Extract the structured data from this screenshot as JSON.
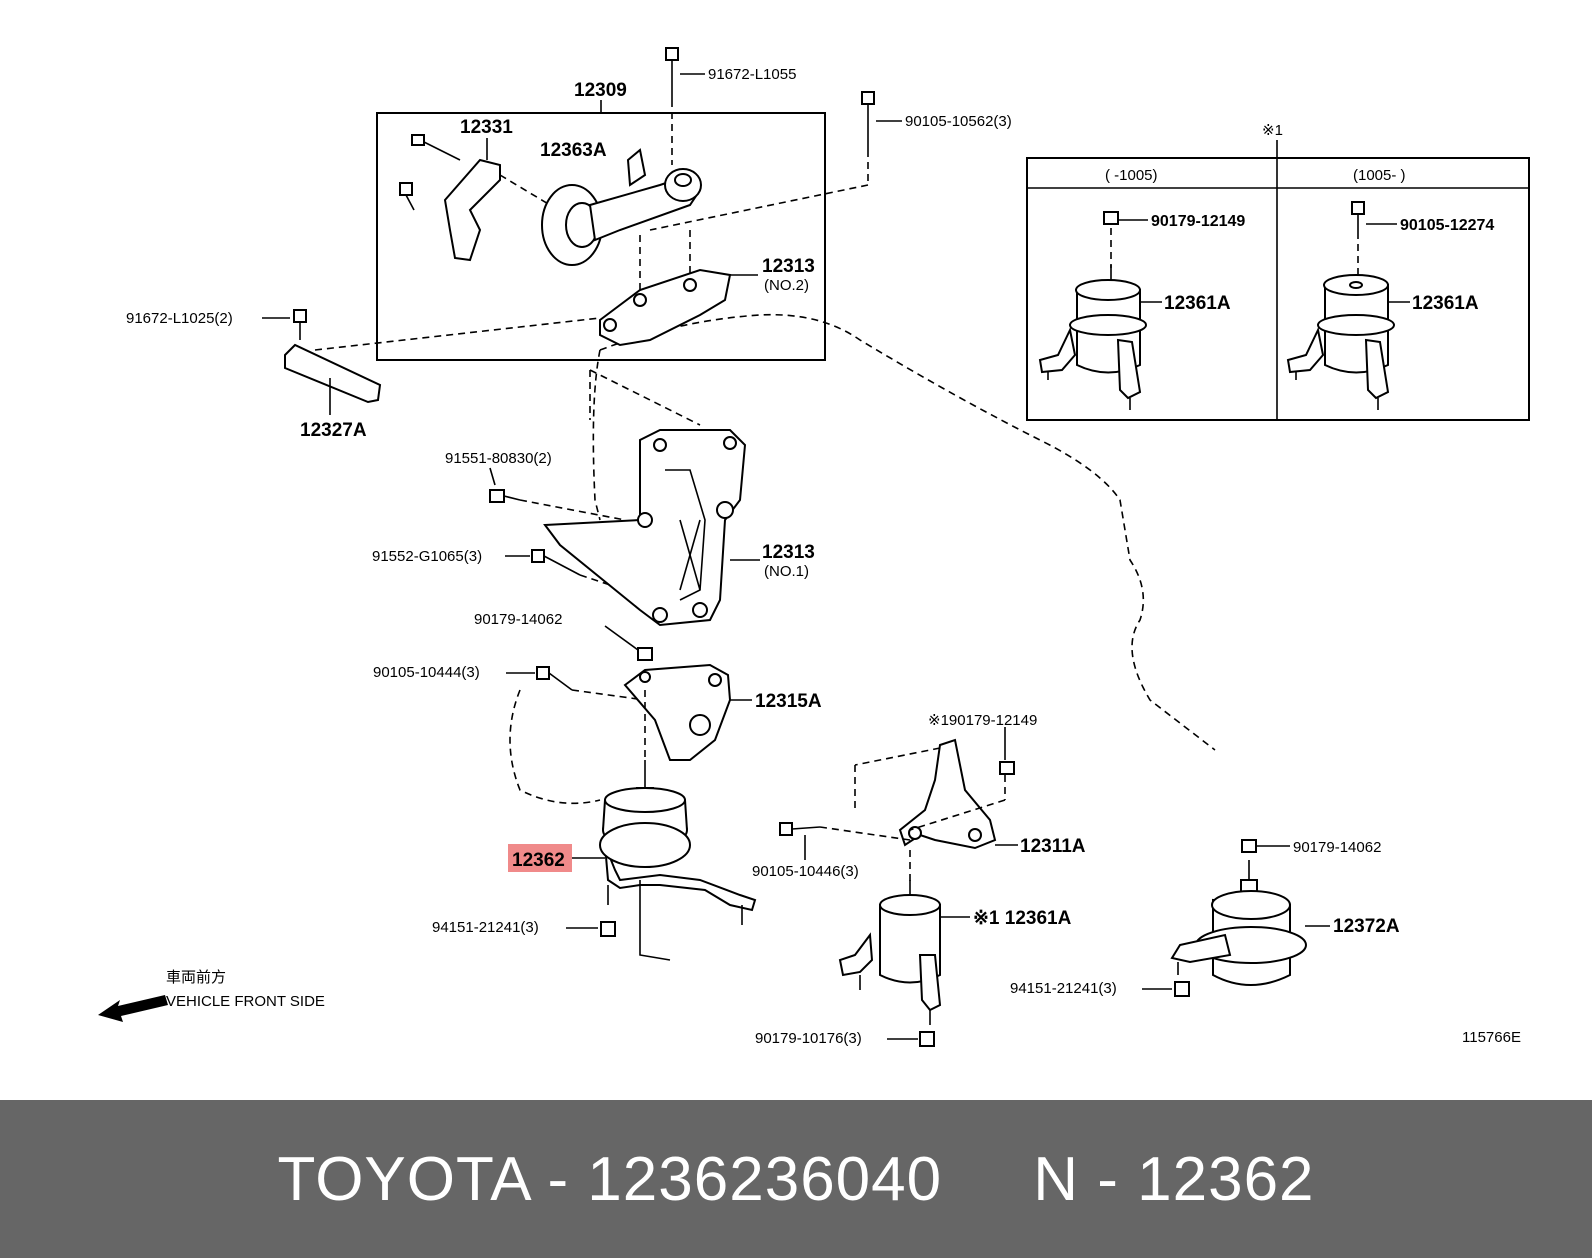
{
  "diagram": {
    "labels": {
      "p12309": "12309",
      "p91672_L1055": "91672-L1055",
      "p90105_10562": "90105-10562(3)",
      "p12331": "12331",
      "p12363A": "12363A",
      "p12313_no2": "12313",
      "no2": "(NO.2)",
      "p91672_L1025": "91672-L1025(2)",
      "p12327A": "12327A",
      "p91551_80830": "91551-80830(2)",
      "p91552_G1065": "91552-G1065(3)",
      "p12313_no1": "12313",
      "no1": "(NO.1)",
      "p90179_14062_a": "90179-14062",
      "p90105_10444": "90105-10444(3)",
      "p12315A": "12315A",
      "p12362": "12362",
      "p94151_21241_a": "94151-21241(3)",
      "p_x1_90179_12149": "※190179-12149",
      "p90105_10446": "90105-10446(3)",
      "p12311A": "12311A",
      "p_x1_12361A": "※1 12361A",
      "p90179_10176": "90179-10176(3)",
      "p90179_14062_b": "90179-14062",
      "p12372A": "12372A",
      "p94151_21241_b": "94151-21241(3)",
      "front_jp": "車両前方",
      "front_en": "VEHICLE FRONT SIDE",
      "code": "115766E"
    },
    "inset": {
      "note": "※1",
      "col_left_header": "(     -1005)",
      "col_right_header": "(1005-      )",
      "left_bolt": "90179-12149",
      "left_part": "12361A",
      "right_bolt": "90105-12274",
      "right_part": "12361A"
    },
    "colors": {
      "highlight": "#f08a8a",
      "footer_bg": "#666666"
    }
  },
  "footer": {
    "text": "TOYOTA - 1236236040     N - 12362"
  }
}
